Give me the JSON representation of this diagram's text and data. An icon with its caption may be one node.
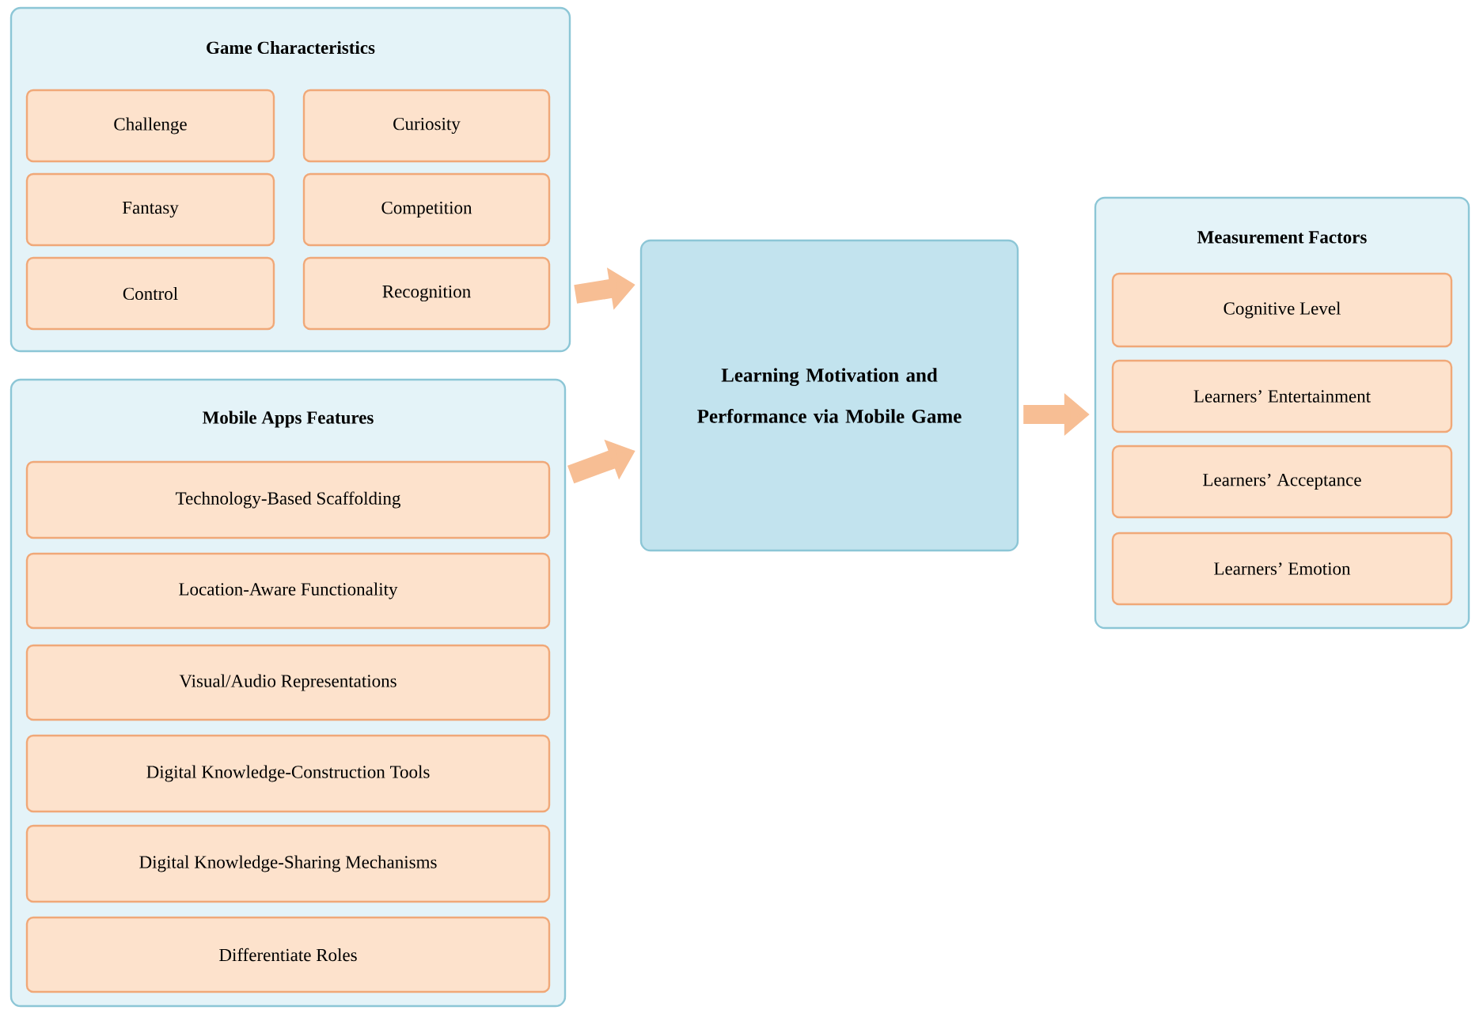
{
  "diagram": {
    "nodes": [
      {
        "text": [
          "Game Characteristics"
        ]
      },
      {
        "text": [
          "Challenge"
        ],
        "in": 0
      },
      {
        "text": [
          "Curiosity"
        ],
        "in": 0
      },
      {
        "text": [
          "Fantasy"
        ],
        "in": 0
      },
      {
        "text": [
          "Competition"
        ],
        "in": 0
      },
      {
        "text": [
          "Control"
        ],
        "in": 0
      },
      {
        "text": [
          "Recognition"
        ],
        "in": 0
      },
      {
        "text": [
          "Mobile Apps Features"
        ]
      },
      {
        "text": [
          "Technology-Based Scaffolding"
        ],
        "in": 7
      },
      {
        "text": [
          "Location-Aware Functionality"
        ],
        "in": 7
      },
      {
        "text": [
          "Visual/Audio Representations"
        ],
        "in": 7
      },
      {
        "text": [
          "Digital Knowledge-Construction Tools"
        ],
        "in": 7
      },
      {
        "text": [
          "Digital Knowledge-Sharing Mechanisms"
        ],
        "in": 7
      },
      {
        "text": [
          "Differentiate Roles"
        ],
        "in": 7
      },
      {
        "text": [
          "Learning Motivation and Performance via Mobile Game"
        ]
      },
      {
        "text": [
          "Measurement Factors"
        ]
      },
      {
        "text": [
          "Cognitive Level"
        ],
        "in": 15
      },
      {
        "text": [
          "Learners’ Entertainment"
        ],
        "in": 15
      },
      {
        "text": [
          "Learners’ Acceptance"
        ],
        "in": 15
      },
      {
        "text": [
          "Learners’ Emotion"
        ],
        "in": 15
      }
    ],
    "edges": [
      {
        "from": 0,
        "to": 14,
        "arrow": "to"
      },
      {
        "from": 7,
        "to": 14,
        "arrow": "to"
      },
      {
        "from": 14,
        "to": 15,
        "arrow": "to"
      }
    ]
  }
}
